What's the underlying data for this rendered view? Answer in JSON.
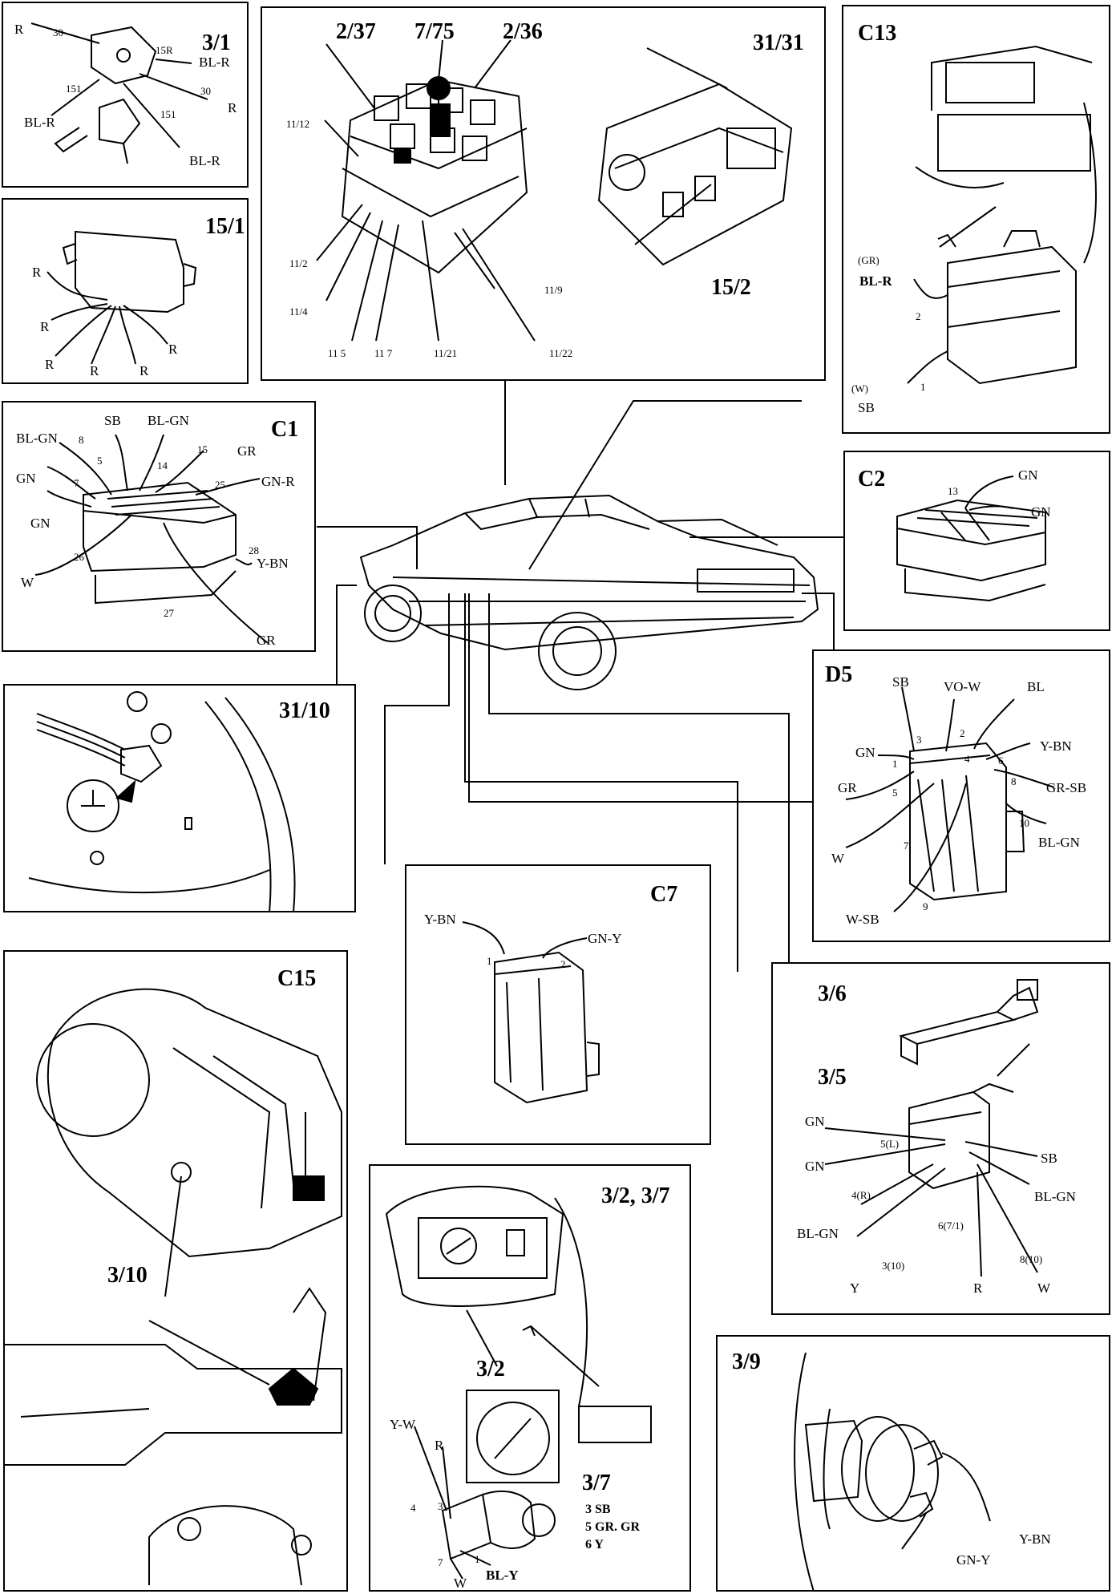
{
  "panels": {
    "p3_1": {
      "title": "3/1",
      "labels": [
        "R",
        "30",
        "15R",
        "BL-R",
        "30",
        "R",
        "151",
        "151",
        "BL-R",
        "BL-R"
      ]
    },
    "p15_1": {
      "title": "15/1",
      "labels": [
        "R",
        "R",
        "R",
        "R",
        "R",
        "R"
      ]
    },
    "pfuse": {
      "titles": [
        "2/37",
        "7/75",
        "2/36",
        "31/31",
        "15/2"
      ],
      "labels": [
        "11/12",
        "11/2",
        "11/4",
        "11 5",
        "11 7",
        "11/21",
        "11/9",
        "11/22"
      ]
    },
    "pC13": {
      "title": "C13",
      "labels": [
        "(GR)",
        "BL-R",
        "2",
        "(W)",
        "1",
        "SB"
      ]
    },
    "pC1": {
      "title": "C1",
      "labels": [
        "BL-GN",
        "8",
        "SB",
        "BL-GN",
        "15",
        "GR",
        "5",
        "14",
        "GN",
        "7",
        "25",
        "GN-R",
        "GN",
        "26",
        "28",
        "Y-BN",
        "W",
        "27",
        "GR"
      ]
    },
    "pC2": {
      "title": "C2",
      "labels": [
        "GN",
        "13",
        "GN"
      ]
    },
    "p31_10": {
      "title": "31/10"
    },
    "pD5": {
      "title": "D5",
      "labels": [
        "SB",
        "VO-W",
        "BL",
        "3",
        "2",
        "GN",
        "1",
        "4",
        "Y-BN",
        "6",
        "GR",
        "5",
        "8",
        "GR-SB",
        "10",
        "BL-GN",
        "W",
        "7",
        "W-SB",
        "9"
      ]
    },
    "pC7": {
      "title": "C7",
      "labels": [
        "Y-BN",
        "GN-Y",
        "1",
        "2"
      ]
    },
    "pC15": {
      "title": "C15",
      "labels": [
        "3/10"
      ]
    },
    "p3_6": {
      "titles": [
        "3/6",
        "3/5"
      ],
      "labels": [
        "GN",
        "GN",
        "5(L)",
        "SB",
        "BL-GN",
        "4(R)",
        "BL-GN",
        "6(7/1)",
        "Y",
        "3(10)",
        "R",
        "8(10)",
        "W"
      ]
    },
    "p3_2": {
      "titles": [
        "3/2, 3/7",
        "3/2",
        "3/7"
      ],
      "labels": [
        "Y-W",
        "R",
        "4",
        "3",
        "7",
        "1",
        "BL-Y",
        "W"
      ],
      "legend": [
        "3 SB",
        "5 GR. GR",
        "6 Y"
      ]
    },
    "p3_9": {
      "title": "3/9",
      "labels": [
        "GN-Y",
        "Y-BN"
      ]
    }
  }
}
